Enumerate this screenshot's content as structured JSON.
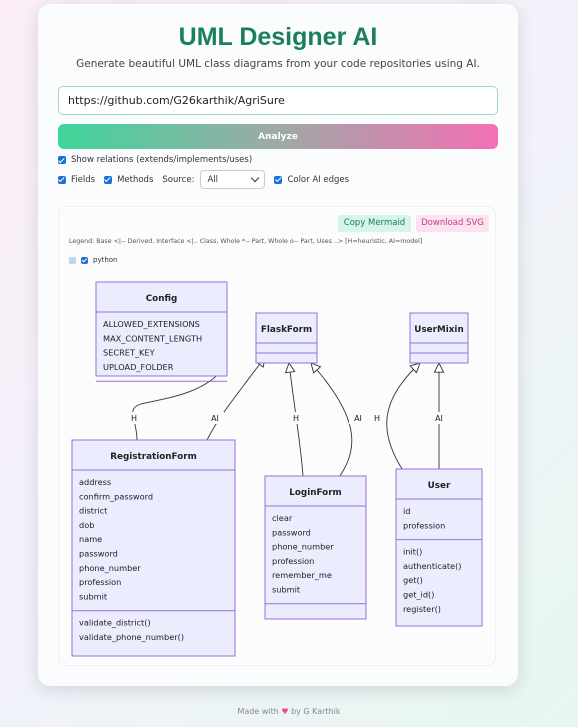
{
  "header": {
    "title": "UML Designer AI",
    "subtitle": "Generate beautiful UML class diagrams from your code repositories using AI."
  },
  "repo": {
    "url": "https://github.com/G26karthik/AgriSure"
  },
  "analyze_label": "Analyze",
  "options": {
    "show_relations": "Show relations (extends/implements/uses)",
    "fields": "Fields",
    "methods": "Methods",
    "source_label": "Source:",
    "source_value": "All",
    "color_ai": "Color AI edges"
  },
  "toolbar": {
    "copy_mermaid": "Copy Mermaid",
    "download_svg": "Download SVG"
  },
  "legend": "Legend: Base <|-- Derived, Interface <|.. Class, Whole *-- Part, Whole o-- Part, Uses ..>   [H=heuristic, AI=model]",
  "language": "python",
  "diagram": {
    "classes": [
      {
        "name": "Config",
        "fields": [
          "ALLOWED_EXTENSIONS",
          "MAX_CONTENT_LENGTH",
          "SECRET_KEY",
          "UPLOAD_FOLDER"
        ],
        "methods": []
      },
      {
        "name": "FlaskForm",
        "fields": [],
        "methods": []
      },
      {
        "name": "UserMixin",
        "fields": [],
        "methods": []
      },
      {
        "name": "RegistrationForm",
        "fields": [
          "address",
          "confirm_password",
          "district",
          "dob",
          "name",
          "password",
          "phone_number",
          "profession",
          "submit"
        ],
        "methods": [
          "validate_district()",
          "validate_phone_number()"
        ]
      },
      {
        "name": "LoginForm",
        "fields": [
          "clear",
          "password",
          "phone_number",
          "profession",
          "remember_me",
          "submit"
        ],
        "methods": []
      },
      {
        "name": "User",
        "fields": [
          "id",
          "profession"
        ],
        "methods": [
          "init()",
          "authenticate()",
          "get()",
          "get_id()",
          "register()"
        ]
      }
    ],
    "edge_labels": {
      "reg_config": "H",
      "reg_flask": "AI",
      "login_flask_h": "H",
      "login_flask_ai": "AI",
      "user_mixin_h": "H",
      "user_mixin_ai": "AI"
    },
    "colors": {
      "box_fill": "#ECECFF",
      "box_stroke": "#9370DB",
      "edge": "#333333"
    }
  },
  "footer": {
    "prefix": "Made with",
    "heart": "♥",
    "suffix": "by G Karthik"
  }
}
